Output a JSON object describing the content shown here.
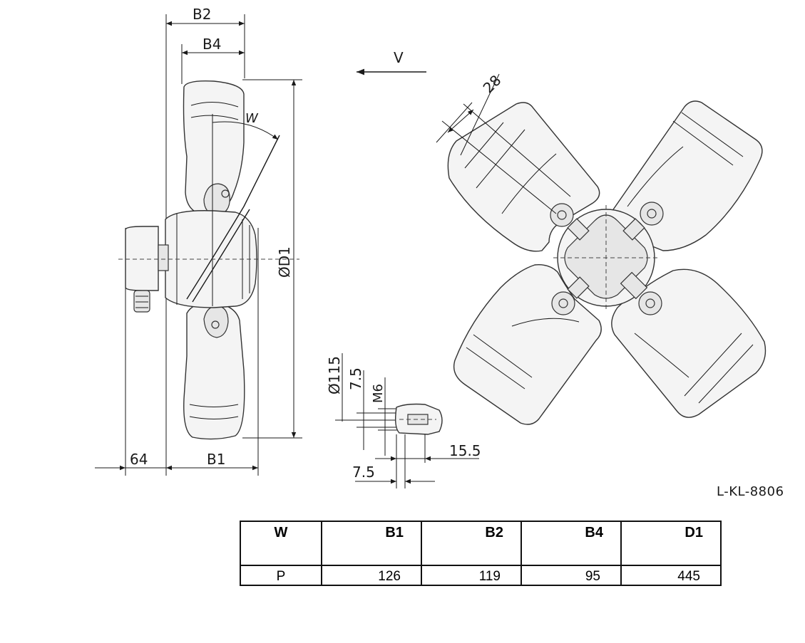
{
  "drawing": {
    "side_view": {
      "dim_b2": "B2",
      "dim_b4": "B4",
      "dim_w": "W",
      "dim_d1": "ØD1",
      "dim_64": "64",
      "dim_b1": "B1"
    },
    "arrow_label": "V",
    "front_view": {
      "dim_28": "28"
    },
    "detail": {
      "dim_115": "Ø115",
      "dim_7_5_a": "7.5",
      "dim_m6": "M6",
      "dim_15_5": "15.5",
      "dim_7_5_b": "7.5"
    },
    "code": "L-KL-8806"
  },
  "table": {
    "headers": [
      "W",
      "B1",
      "B2",
      "B4",
      "D1"
    ],
    "rows": [
      [
        "P",
        "126",
        "119",
        "95",
        "445"
      ]
    ]
  }
}
